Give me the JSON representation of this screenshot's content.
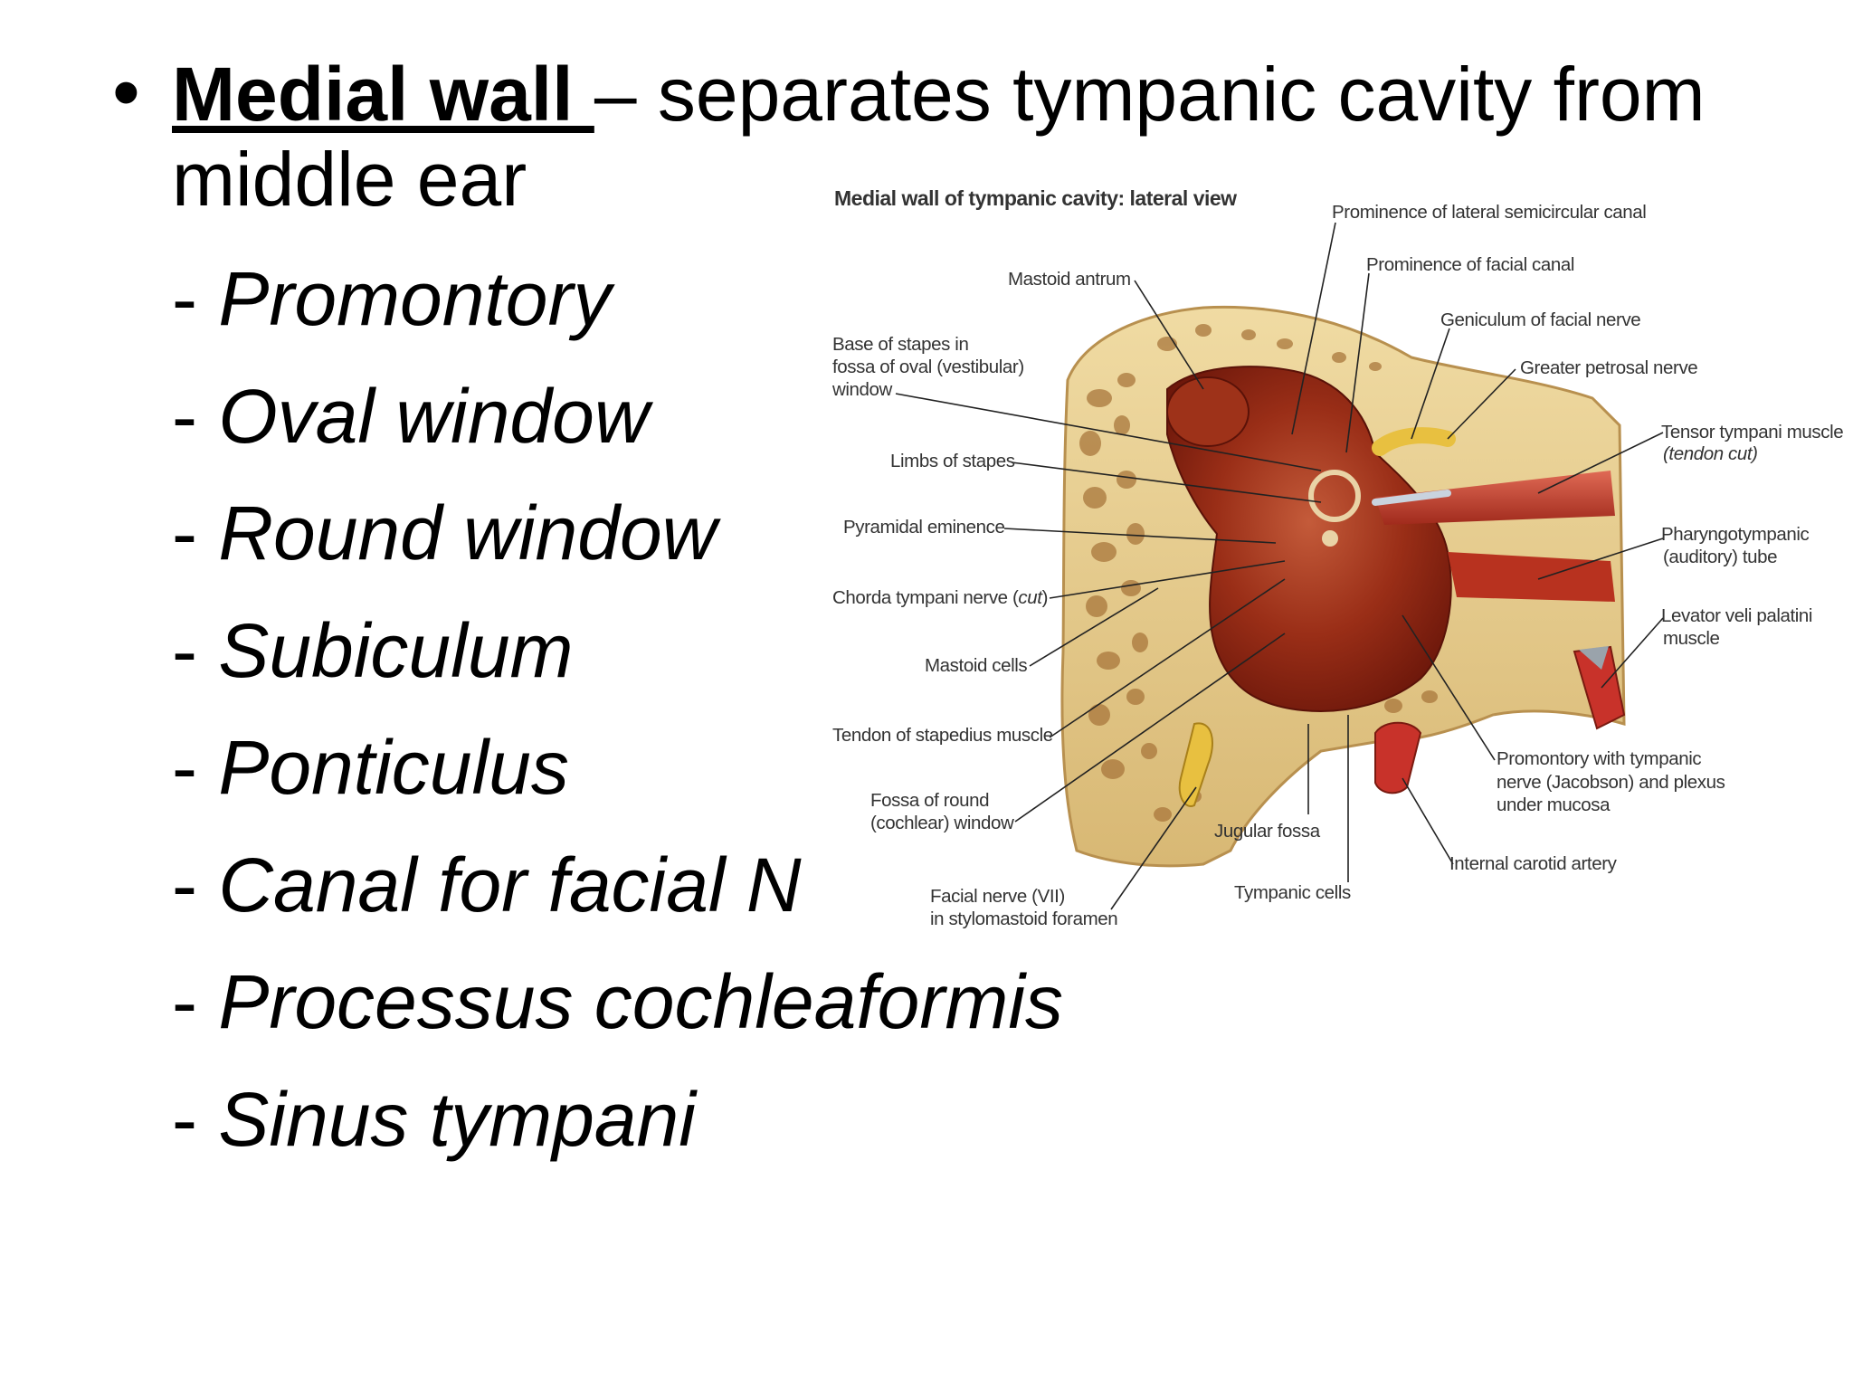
{
  "slide": {
    "bullet": "•",
    "heading_term": "Medial wall ",
    "heading_rest": " – separates tympanic cavity from",
    "heading_line2": "middle ear",
    "items": [
      {
        "dash": "- ",
        "name": "Promontory"
      },
      {
        "dash": "- ",
        "name": "Oval window"
      },
      {
        "dash": "- ",
        "name": "Round window"
      },
      {
        "dash": "- ",
        "name": "Subiculum"
      },
      {
        "dash": "- ",
        "name": "Ponticulus"
      },
      {
        "dash": "- ",
        "name": "Canal for facial N"
      },
      {
        "dash": "- ",
        "name": "Processus cochleaformis"
      },
      {
        "dash": "- ",
        "name": "Sinus tympani"
      }
    ]
  },
  "diagram": {
    "title": "Medial wall of tympanic cavity: lateral view",
    "labels": {
      "prominence_lateral_canal": "Prominence of lateral semicircular canal",
      "prominence_facial_canal": "Prominence of facial canal",
      "mastoid_antrum": "Mastoid antrum",
      "geniculum": "Geniculum of facial nerve",
      "greater_petrosal": "Greater petrosal nerve",
      "base_stapes_1": "Base of stapes in",
      "base_stapes_2": "fossa of oval (vestibular)",
      "base_stapes_3": "window",
      "tensor_1": "Tensor tympani muscle",
      "tensor_2": "(tendon cut)",
      "limbs_stapes": "Limbs of stapes",
      "pyramidal": "Pyramidal eminence",
      "pharyngo_1": "Pharyngotympanic",
      "pharyngo_2": "(auditory) tube",
      "chorda_a": "Chorda tympani nerve (",
      "chorda_b": "cut",
      "chorda_c": ")",
      "levator_1": "Levator veli palatini",
      "levator_2": "muscle",
      "mastoid_cells": "Mastoid cells",
      "tendon_stapedius": "Tendon of stapedius muscle",
      "promontory_1": "Promontory with tympanic",
      "promontory_2": "nerve (Jacobson) and plexus",
      "promontory_3": "under mucosa",
      "fossa_round_1": "Fossa of round",
      "fossa_round_2": "(cochlear) window",
      "jugular": "Jugular fossa",
      "internal_carotid": "Internal carotid artery",
      "facial_nerve_1": "Facial nerve (VII)",
      "facial_nerve_2": "in stylomastoid foramen",
      "tympanic_cells": "Tympanic cells"
    }
  },
  "colors": {
    "bone": "#e9cf8f",
    "bone_dark": "#b8904f",
    "cavity": "#8e2412",
    "cavity_light": "#c25a3a",
    "artery": "#c8322a",
    "nerve": "#e8c040"
  }
}
